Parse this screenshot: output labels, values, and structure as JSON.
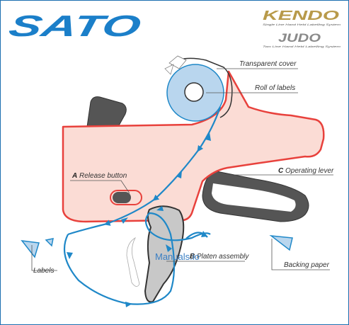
{
  "brand": {
    "logo": "SATO",
    "logo_color": "#1b7fc9",
    "product1": {
      "name": "KENDO",
      "tagline": "Single Line Hand Held Labelling System",
      "color": "#b89a4a"
    },
    "product2": {
      "name": "JUDO",
      "tagline": "Two Line Hand Held Labelling System",
      "color": "#8a8a8a"
    }
  },
  "labels": {
    "transparent_cover": "Transparent cover",
    "roll_of_labels": "Roll of labels",
    "release_letter": "A",
    "release_button": " Release button",
    "operating_letter": "C",
    "operating_lever": " Operating lever",
    "platen_letter": "B",
    "platen_assembly": " Platen assembly",
    "labels": "Labels",
    "backing_paper": "Backing paper"
  },
  "watermark": "Manuals.io",
  "colors": {
    "body_outline": "#e8413c",
    "body_fill": "#fbdcd5",
    "path": "#1f88c8",
    "roll_fill": "#b9d6ee",
    "dark": "#555555",
    "platen_fill": "#c8c8c8"
  }
}
